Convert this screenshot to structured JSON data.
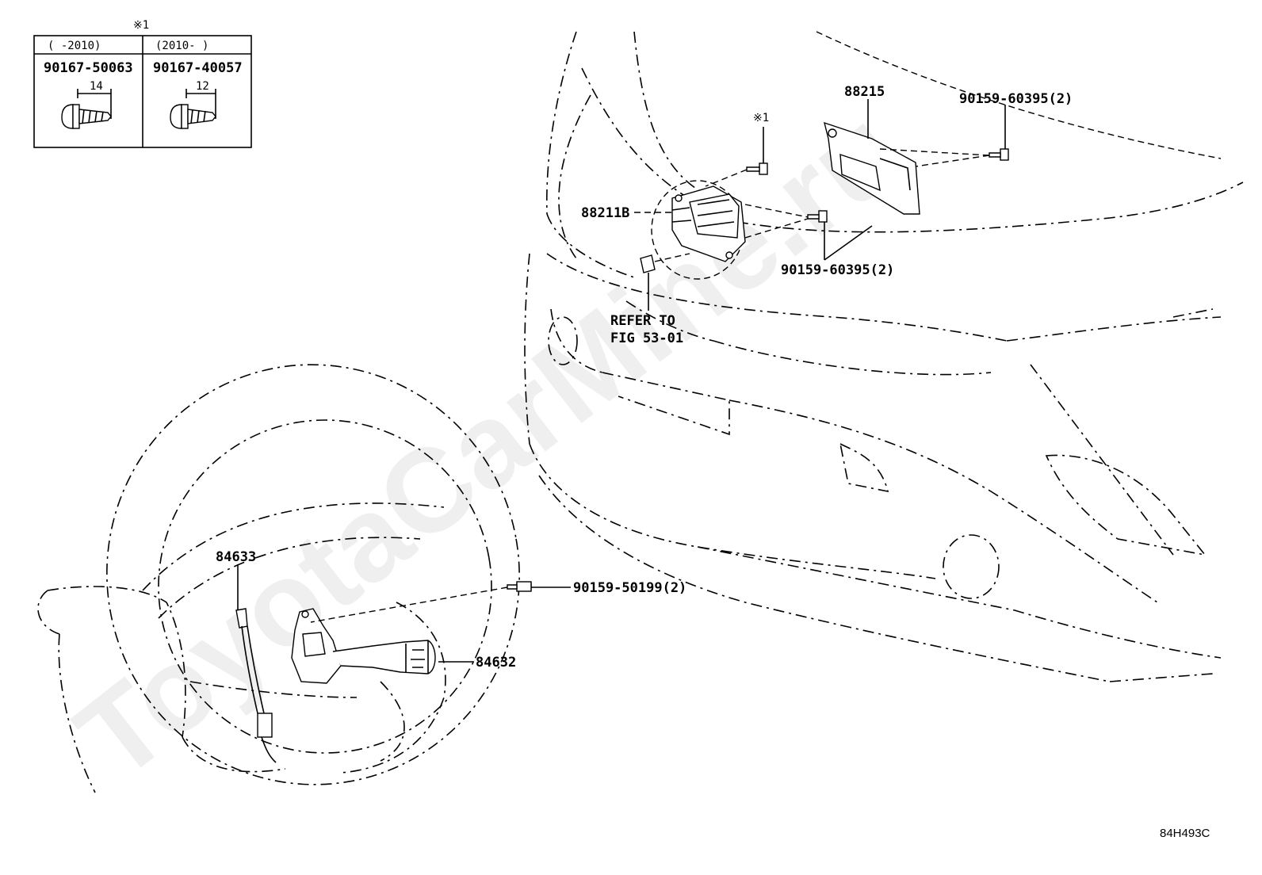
{
  "watermark": "ToyotaCarMine.ru",
  "figure_code": "84H493C",
  "legend": {
    "mark": "※1",
    "columns": [
      {
        "range": "(    -2010)",
        "part": "90167-50063",
        "dim": "14"
      },
      {
        "range": "(2010-     )",
        "part": "90167-40057",
        "dim": "12"
      }
    ]
  },
  "callouts": {
    "bolt_mark": "※1",
    "bracket": "88215",
    "bracket_bolt": "90159-60395(2)",
    "sensor": "88211B",
    "sensor_bolt": "90159-60395(2)",
    "refer_line1": "REFER TO",
    "refer_line2": "FIG 53-01",
    "cable": "84633",
    "switch_screw": "90159-50199(2)",
    "switch": "84632"
  }
}
